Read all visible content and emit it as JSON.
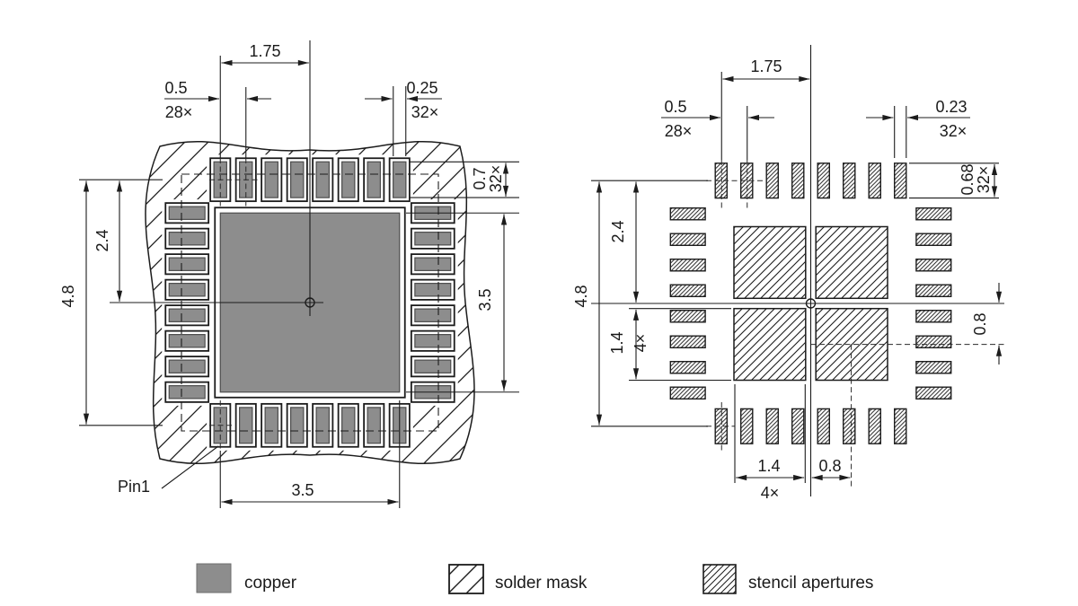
{
  "left_drawing": {
    "dim_top_center": "1.75",
    "dim_pitch": "0.5",
    "dim_pitch_qty": "28×",
    "dim_pad_width": "0.25",
    "dim_pad_width_qty": "32×",
    "dim_pad_length": "0.7",
    "dim_pad_length_qty": "32×",
    "dim_half_height": "2.4",
    "dim_full_height": "4.8",
    "dim_thermal_pad": "3.5",
    "dim_bottom_span": "3.5",
    "pin1_label": "Pin1"
  },
  "right_drawing": {
    "dim_top_center": "1.75",
    "dim_pitch": "0.5",
    "dim_pitch_qty": "28×",
    "dim_aperture_width": "0.23",
    "dim_aperture_width_qty": "32×",
    "dim_aperture_length": "0.68",
    "dim_aperture_length_qty": "32×",
    "dim_half_height": "2.4",
    "dim_full_height": "4.8",
    "dim_thermal_aperture_left": "1.4",
    "dim_thermal_aperture_left_qty": "4×",
    "dim_thermal_offset_right": "0.8",
    "dim_thermal_aperture_bottom": "1.4",
    "dim_thermal_aperture_bottom_qty": "4×",
    "dim_thermal_offset_bottom": "0.8"
  },
  "legend": {
    "copper_label": "copper",
    "solder_mask_label": "solder mask",
    "stencil_label": "stencil apertures"
  },
  "colors": {
    "copper": "#8d8d8d",
    "line": "#1c1c1c",
    "background": "#ffffff"
  }
}
